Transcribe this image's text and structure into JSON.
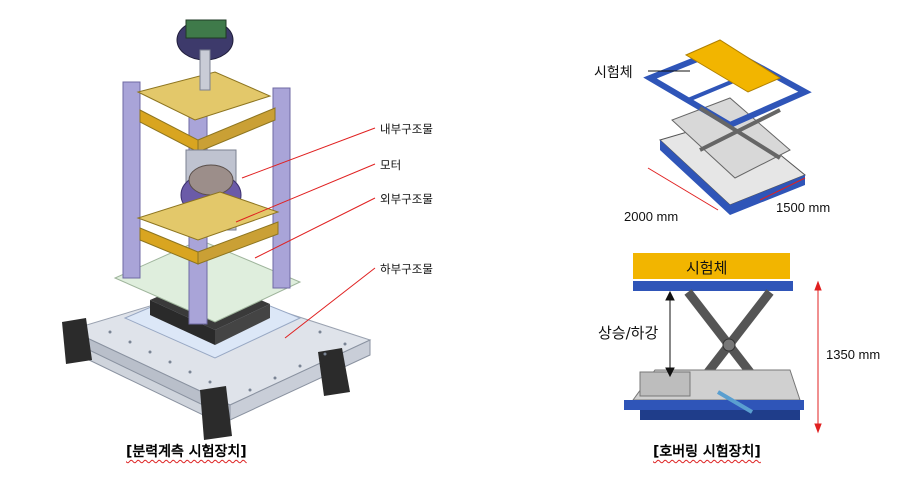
{
  "left_figure": {
    "caption": "[분력계측 시험장치]",
    "labels": {
      "inner_structure": "내부구조물",
      "motor": "모터",
      "outer_structure": "외부구조물",
      "lower_structure": "하부구조물"
    }
  },
  "right_top_figure": {
    "specimen_label": "시험체",
    "dim_length": "2000 mm",
    "dim_width": "1500 mm"
  },
  "right_bottom_figure": {
    "specimen_box": "시험체",
    "motion_label": "상승/하강",
    "dim_height": "1350 mm",
    "caption": "[호버링 시험장치]"
  },
  "colors": {
    "frame_blue": "#2f55b8",
    "specimen_yellow": "#f2b500",
    "pillar_lavender": "#a9a4d8",
    "beam_gold": "#d9a520",
    "leader_red": "#e02020"
  }
}
